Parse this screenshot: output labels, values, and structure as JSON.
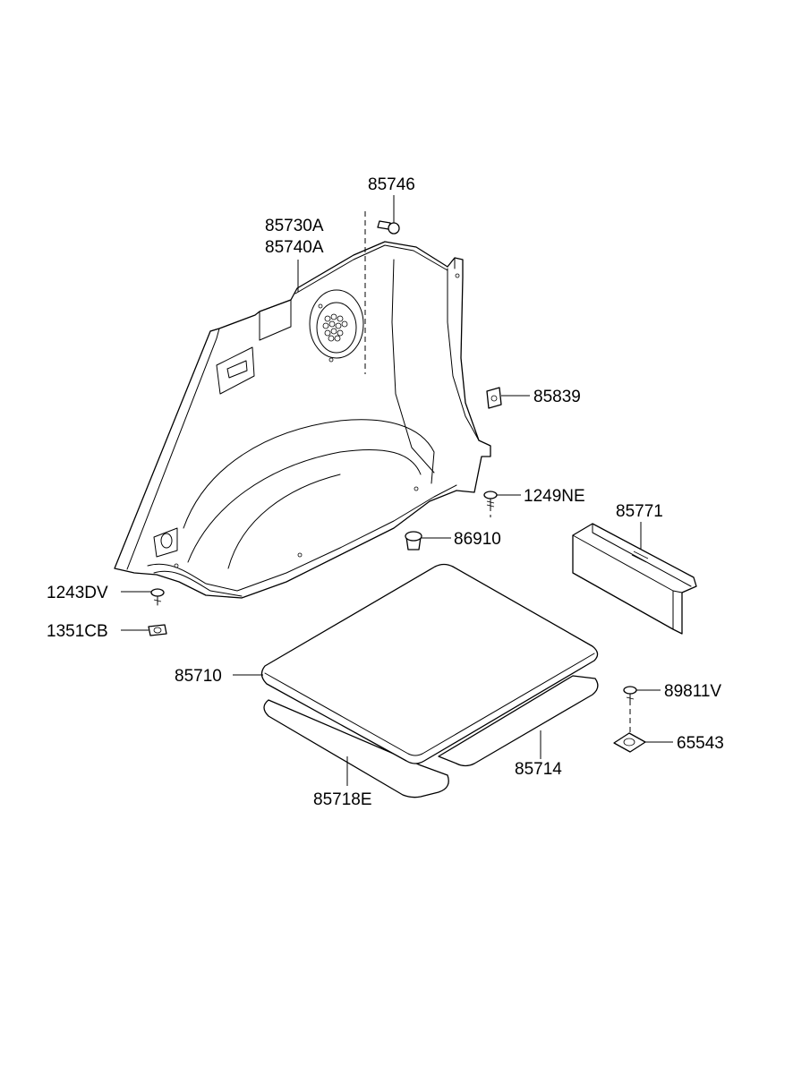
{
  "callouts": {
    "p85746": "85746",
    "p85730a": "85730A",
    "p85740a": "85740A",
    "p85839": "85839",
    "p1249ne": "1249NE",
    "p86910": "86910",
    "p85771": "85771",
    "p1243dv": "1243DV",
    "p1351cb": "1351CB",
    "p85710": "85710",
    "p89811v": "89811V",
    "p65543": "65543",
    "p85714": "85714",
    "p85718e": "85718E"
  }
}
